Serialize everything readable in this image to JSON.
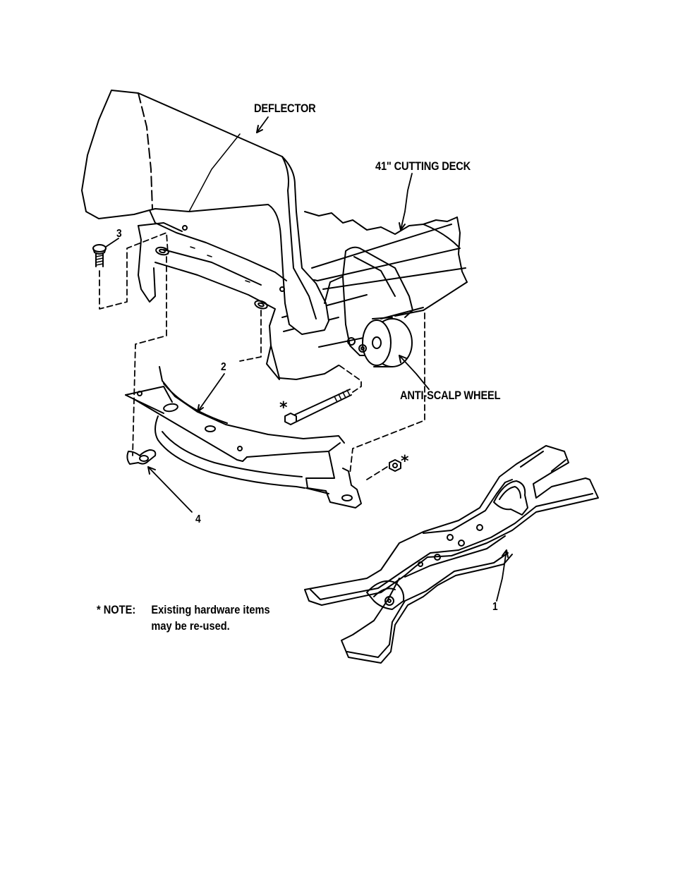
{
  "labels": {
    "deflector": "DEFLECTOR",
    "cutting_deck": "41\" CUTTING DECK",
    "anti_scalp_wheel": "ANTI-SCALP WHEEL"
  },
  "callouts": {
    "part1": "1",
    "part2": "2",
    "part3": "3",
    "part4": "4",
    "star_bolt": "*",
    "star_nut": "*"
  },
  "note": {
    "prefix": "* NOTE:",
    "line1": "Existing hardware items",
    "line2": "may be re-used."
  }
}
